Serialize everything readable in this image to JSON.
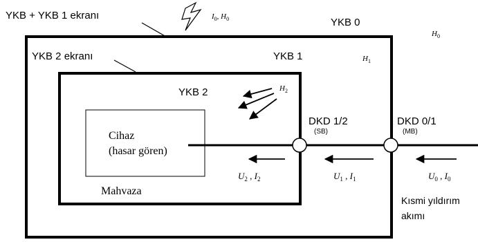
{
  "zones": {
    "lpz0_shield_label": "YKB + YKB 1 ekranı",
    "lpz0_label": "YKB 0",
    "lpz1_label": "YKB 1",
    "lpz2_shield_label": "YKB 2 ekranı",
    "lpz2_label": "YKB 2"
  },
  "fields": {
    "h0_outer": "H",
    "h0_outer_sub": "0",
    "h1": "H",
    "h1_sub": "1",
    "h2": "H",
    "h2_sub": "2"
  },
  "lightning": {
    "i": "I",
    "i_sub": "0",
    "sep": ", ",
    "h": "H",
    "h_sub": "0"
  },
  "device": {
    "line1": "Cihaz",
    "line2": "(hasar gören)"
  },
  "room_label": "Mahvaza",
  "spd": {
    "inner_label": "DKD 1/2",
    "inner_sub": "(SB)",
    "outer_label": "DKD 0/1",
    "outer_sub": "(MB)"
  },
  "currents": {
    "u2": "U",
    "u2_sub": "2",
    "i2": "I",
    "i2_sub": "2",
    "u1": "U",
    "u1_sub": "1",
    "i1": "I",
    "i1_sub": "1",
    "u0": "U",
    "u0_sub": "0",
    "i0": "I",
    "i0_sub": "0",
    "sep": " , "
  },
  "partial_current": {
    "line1": "Kısmi yıldırım",
    "line2": "akımı"
  }
}
